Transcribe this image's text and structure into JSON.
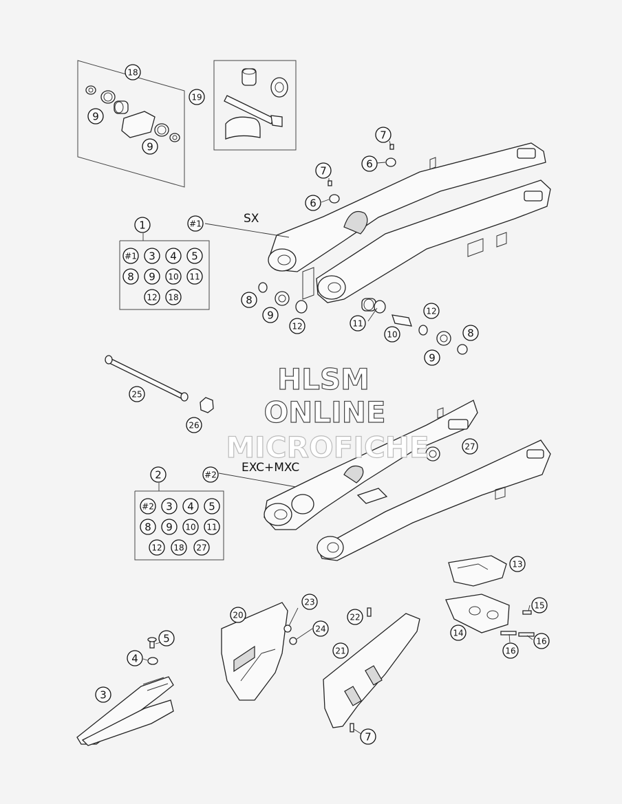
{
  "labels": {
    "sx": "SX",
    "exc_mxc": "EXC+MXC"
  },
  "watermark": [
    "HLSM",
    "ONLINE",
    "MICROFICHE"
  ],
  "callouts": [
    {
      "id": "c18-top",
      "text": "18"
    },
    {
      "id": "c19",
      "text": "19"
    },
    {
      "id": "c9-a",
      "text": "9"
    },
    {
      "id": "c9-b",
      "text": "9"
    },
    {
      "id": "c7-a",
      "text": "7"
    },
    {
      "id": "c6-a",
      "text": "6"
    },
    {
      "id": "c7-b",
      "text": "7"
    },
    {
      "id": "c6-b",
      "text": "6"
    },
    {
      "id": "c1",
      "text": "1"
    },
    {
      "id": "c-h1",
      "text": "#1"
    },
    {
      "id": "k1-h1",
      "text": "#1"
    },
    {
      "id": "k1-3",
      "text": "3"
    },
    {
      "id": "k1-4",
      "text": "4"
    },
    {
      "id": "k1-5",
      "text": "5"
    },
    {
      "id": "k1-8",
      "text": "8"
    },
    {
      "id": "k1-9",
      "text": "9"
    },
    {
      "id": "k1-10",
      "text": "10"
    },
    {
      "id": "k1-11",
      "text": "11"
    },
    {
      "id": "k1-12",
      "text": "12"
    },
    {
      "id": "k1-18",
      "text": "18"
    },
    {
      "id": "c8-a",
      "text": "8"
    },
    {
      "id": "c9-c",
      "text": "9"
    },
    {
      "id": "c12-a",
      "text": "12"
    },
    {
      "id": "c11",
      "text": "11"
    },
    {
      "id": "c10",
      "text": "10"
    },
    {
      "id": "c12-b",
      "text": "12"
    },
    {
      "id": "c8-b",
      "text": "8"
    },
    {
      "id": "c9-d",
      "text": "9"
    },
    {
      "id": "c25",
      "text": "25"
    },
    {
      "id": "c26",
      "text": "26"
    },
    {
      "id": "c27",
      "text": "27"
    },
    {
      "id": "c2",
      "text": "2"
    },
    {
      "id": "c-h2",
      "text": "#2"
    },
    {
      "id": "k2-h2",
      "text": "#2"
    },
    {
      "id": "k2-3",
      "text": "3"
    },
    {
      "id": "k2-4",
      "text": "4"
    },
    {
      "id": "k2-5",
      "text": "5"
    },
    {
      "id": "k2-8",
      "text": "8"
    },
    {
      "id": "k2-9",
      "text": "9"
    },
    {
      "id": "k2-10",
      "text": "10"
    },
    {
      "id": "k2-11",
      "text": "11"
    },
    {
      "id": "k2-12",
      "text": "12"
    },
    {
      "id": "k2-18",
      "text": "18"
    },
    {
      "id": "k2-27",
      "text": "27"
    },
    {
      "id": "c13",
      "text": "13"
    },
    {
      "id": "c15",
      "text": "15"
    },
    {
      "id": "c14",
      "text": "14"
    },
    {
      "id": "c16-a",
      "text": "16"
    },
    {
      "id": "c16-b",
      "text": "16"
    },
    {
      "id": "c20",
      "text": "20"
    },
    {
      "id": "c23",
      "text": "23"
    },
    {
      "id": "c24",
      "text": "24"
    },
    {
      "id": "c22",
      "text": "22"
    },
    {
      "id": "c21",
      "text": "21"
    },
    {
      "id": "c7-c",
      "text": "7"
    },
    {
      "id": "c5",
      "text": "5"
    },
    {
      "id": "c4",
      "text": "4"
    },
    {
      "id": "c3",
      "text": "3"
    }
  ]
}
